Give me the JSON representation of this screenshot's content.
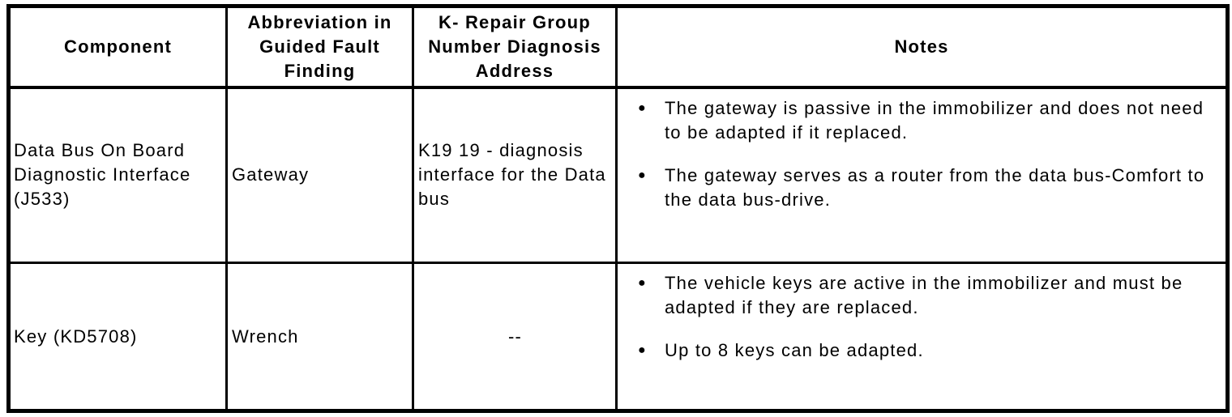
{
  "table": {
    "headers": [
      "Component",
      "Abbreviation in Guided Fault Finding",
      "K- Repair Group Number Diagnosis Address",
      "Notes"
    ],
    "rows": [
      {
        "component": "Data Bus On Board Diagnostic Interface (J533)",
        "abbreviation": "Gateway",
        "repair_group": "K19 19 - diagnosis interface for the Data bus",
        "notes": [
          "The gateway is passive in the immobilizer and does not need to be adapted if it replaced.",
          "The gateway serves as a router from the data bus-Comfort to the data bus-drive."
        ]
      },
      {
        "component": "Key (KD5708)",
        "abbreviation": "Wrench",
        "repair_group": "--",
        "notes": [
          "The vehicle keys are active in the immobilizer and must be adapted if they are replaced.",
          "Up to 8 keys can be adapted."
        ]
      }
    ],
    "bullet_glyph": "●",
    "colors": {
      "border": "#000000",
      "text": "#000000",
      "background": "#ffffff"
    }
  }
}
